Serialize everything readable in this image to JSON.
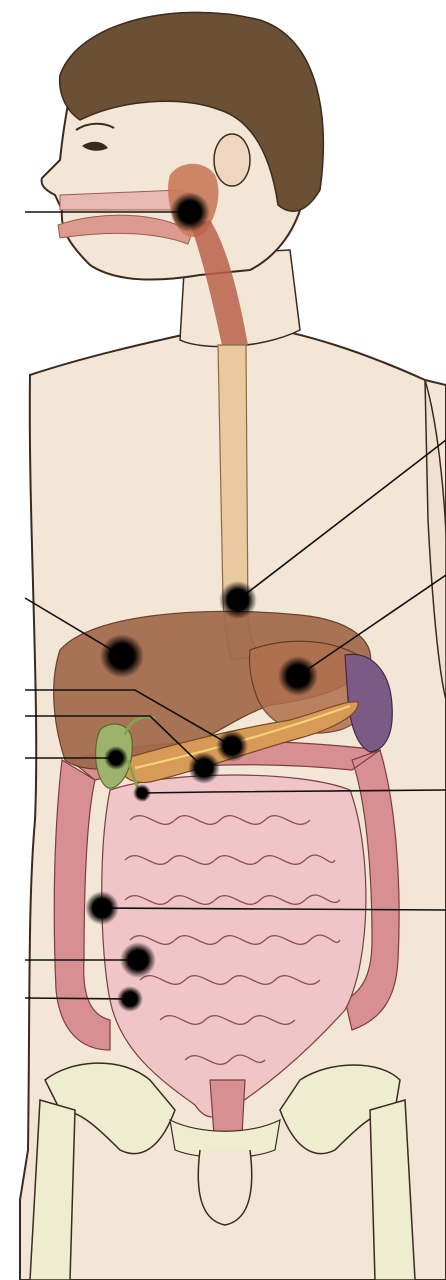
{
  "figure": {
    "subject": "human-digestive-system",
    "style": "unlabeled anatomical illustration with leader lines and marker dots",
    "colors": {
      "skin": "#f4e6d6",
      "skin_outline": "#3a2a20",
      "hair": "#6b5035",
      "mouth_cavity": "#e8b9b0",
      "salivary_gland": "#c97a5a",
      "pharynx": "#b8604a",
      "esophagus": "#e8c9a0",
      "liver": "#a2694a",
      "stomach": "#b0704d",
      "spleen": "#7b5a86",
      "pancreas": "#d89b57",
      "gallbladder": "#9db36b",
      "large_intestine": "#d88f91",
      "small_intestine": "#f0c5c8",
      "pelvis_bone": "#efedd0",
      "marker": "#000000",
      "leader_line": "#111111"
    },
    "markers": [
      {
        "organ": "salivary-gland"
      },
      {
        "organ": "esophagus"
      },
      {
        "organ": "liver"
      },
      {
        "organ": "stomach"
      },
      {
        "organ": "pancreas"
      },
      {
        "organ": "duodenum"
      },
      {
        "organ": "gallbladder"
      },
      {
        "organ": "bile-duct"
      },
      {
        "organ": "ascending-colon"
      },
      {
        "organ": "cecum"
      },
      {
        "organ": "appendix"
      }
    ]
  }
}
